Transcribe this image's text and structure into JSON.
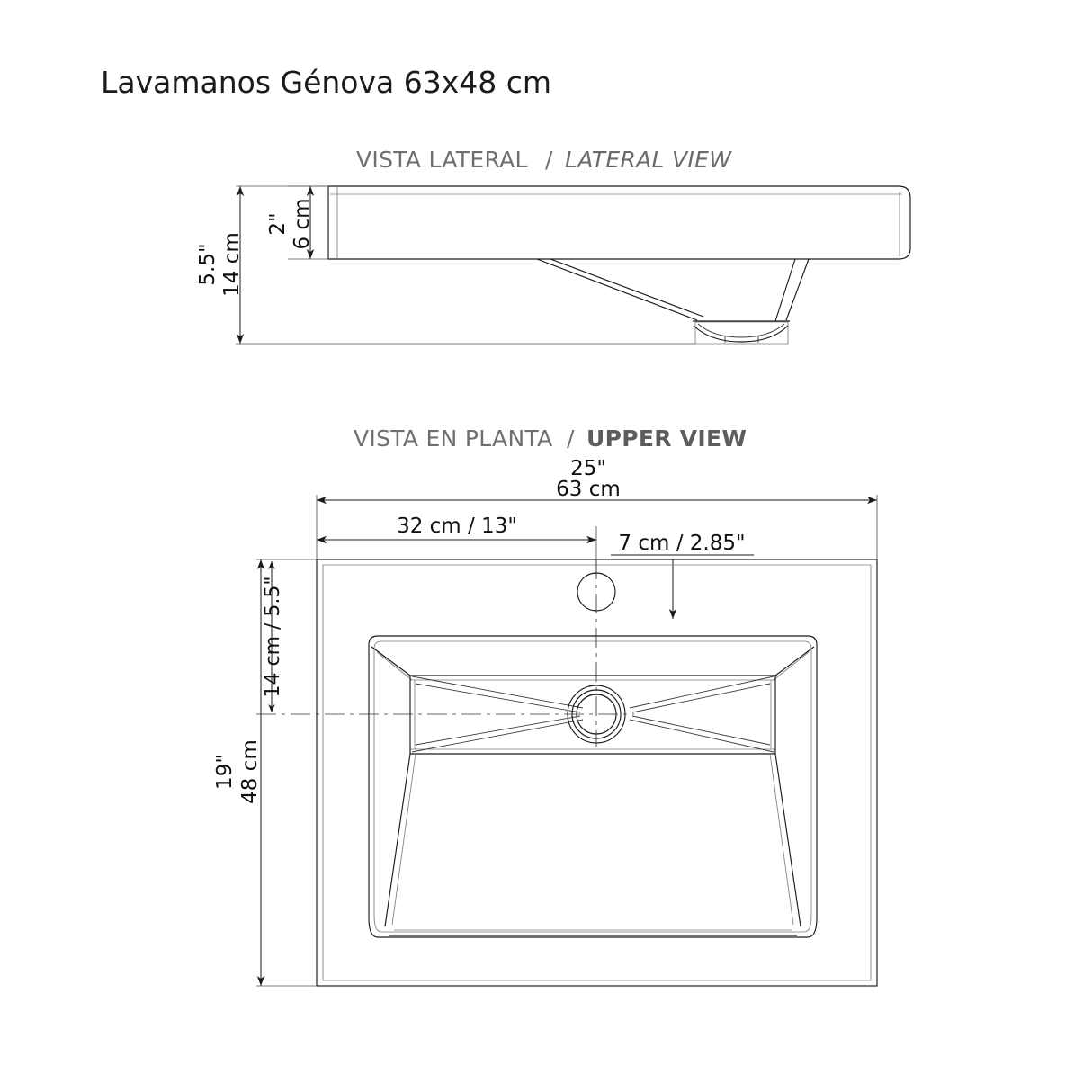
{
  "document": {
    "title": "Lavamanos Génova 63x48 cm"
  },
  "sections": {
    "lateral": {
      "label_es": "VISTA LATERAL",
      "separator": "/",
      "label_en": "LATERAL VIEW",
      "dimensions": {
        "overall_height_in": "5.5\"",
        "overall_height_cm": "14 cm",
        "rim_height_in": "2\"",
        "rim_height_cm": "6 cm"
      }
    },
    "upper": {
      "label_es": "VISTA EN PLANTA",
      "separator": "/",
      "label_en": "UPPER VIEW",
      "dimensions": {
        "width_in": "25\"",
        "width_cm": "63 cm",
        "faucet_offset": "32 cm / 13\"",
        "faucet_back": "7 cm / 2.85\"",
        "basin_top_offset": "14 cm / 5.5\"",
        "depth_in": "19\"",
        "depth_cm": "48 cm"
      }
    }
  },
  "colors": {
    "background": "#ffffff",
    "title_text": "#1b1b1b",
    "section_label_es": "#6f6f6f",
    "section_label_en": "#5d5d5d",
    "dimension_text": "#101010",
    "line": "#1a1a1a",
    "line_light": "#7d7d7d"
  }
}
